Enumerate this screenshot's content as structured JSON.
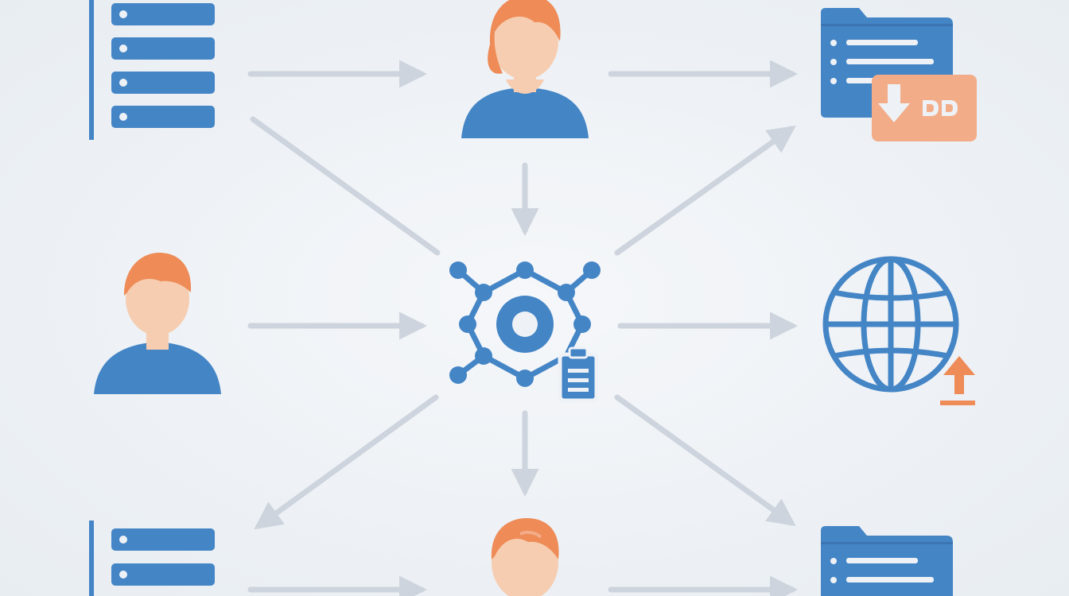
{
  "colors": {
    "blue": "#4485c6",
    "orange": "#ee8b57",
    "skin": "#f6cdb0",
    "arrow": "#cdd4dd",
    "background": "#eef2f6"
  },
  "nodes": [
    {
      "id": "server-top-left",
      "kind": "server",
      "icon": "server-rack-icon"
    },
    {
      "id": "user-top",
      "kind": "user-female",
      "icon": "user-avatar-icon"
    },
    {
      "id": "window-download-top-right",
      "kind": "window-download",
      "icon": "app-window-download-icon"
    },
    {
      "id": "user-middle-left",
      "kind": "user-male",
      "icon": "user-avatar-icon"
    },
    {
      "id": "hub-center",
      "kind": "network-hub",
      "icon": "network-hub-icon"
    },
    {
      "id": "globe-upload-right",
      "kind": "globe-upload",
      "icon": "globe-upload-icon"
    },
    {
      "id": "server-bottom-left",
      "kind": "server",
      "icon": "server-rack-icon"
    },
    {
      "id": "user-bottom",
      "kind": "user-female",
      "icon": "user-avatar-icon"
    },
    {
      "id": "window-bottom-right",
      "kind": "window",
      "icon": "app-window-icon"
    }
  ],
  "edges": [
    {
      "from": "server-top-left",
      "to": "user-top"
    },
    {
      "from": "user-top",
      "to": "window-download-top-right"
    },
    {
      "from": "server-top-left",
      "to": "hub-center"
    },
    {
      "from": "user-top",
      "to": "hub-center"
    },
    {
      "from": "hub-center",
      "to": "window-download-top-right"
    },
    {
      "from": "user-middle-left",
      "to": "hub-center"
    },
    {
      "from": "hub-center",
      "to": "globe-upload-right"
    },
    {
      "from": "hub-center",
      "to": "server-bottom-left"
    },
    {
      "from": "hub-center",
      "to": "user-bottom"
    },
    {
      "from": "hub-center",
      "to": "window-bottom-right"
    },
    {
      "from": "server-bottom-left",
      "to": "user-bottom"
    },
    {
      "from": "user-bottom",
      "to": "window-bottom-right"
    }
  ]
}
